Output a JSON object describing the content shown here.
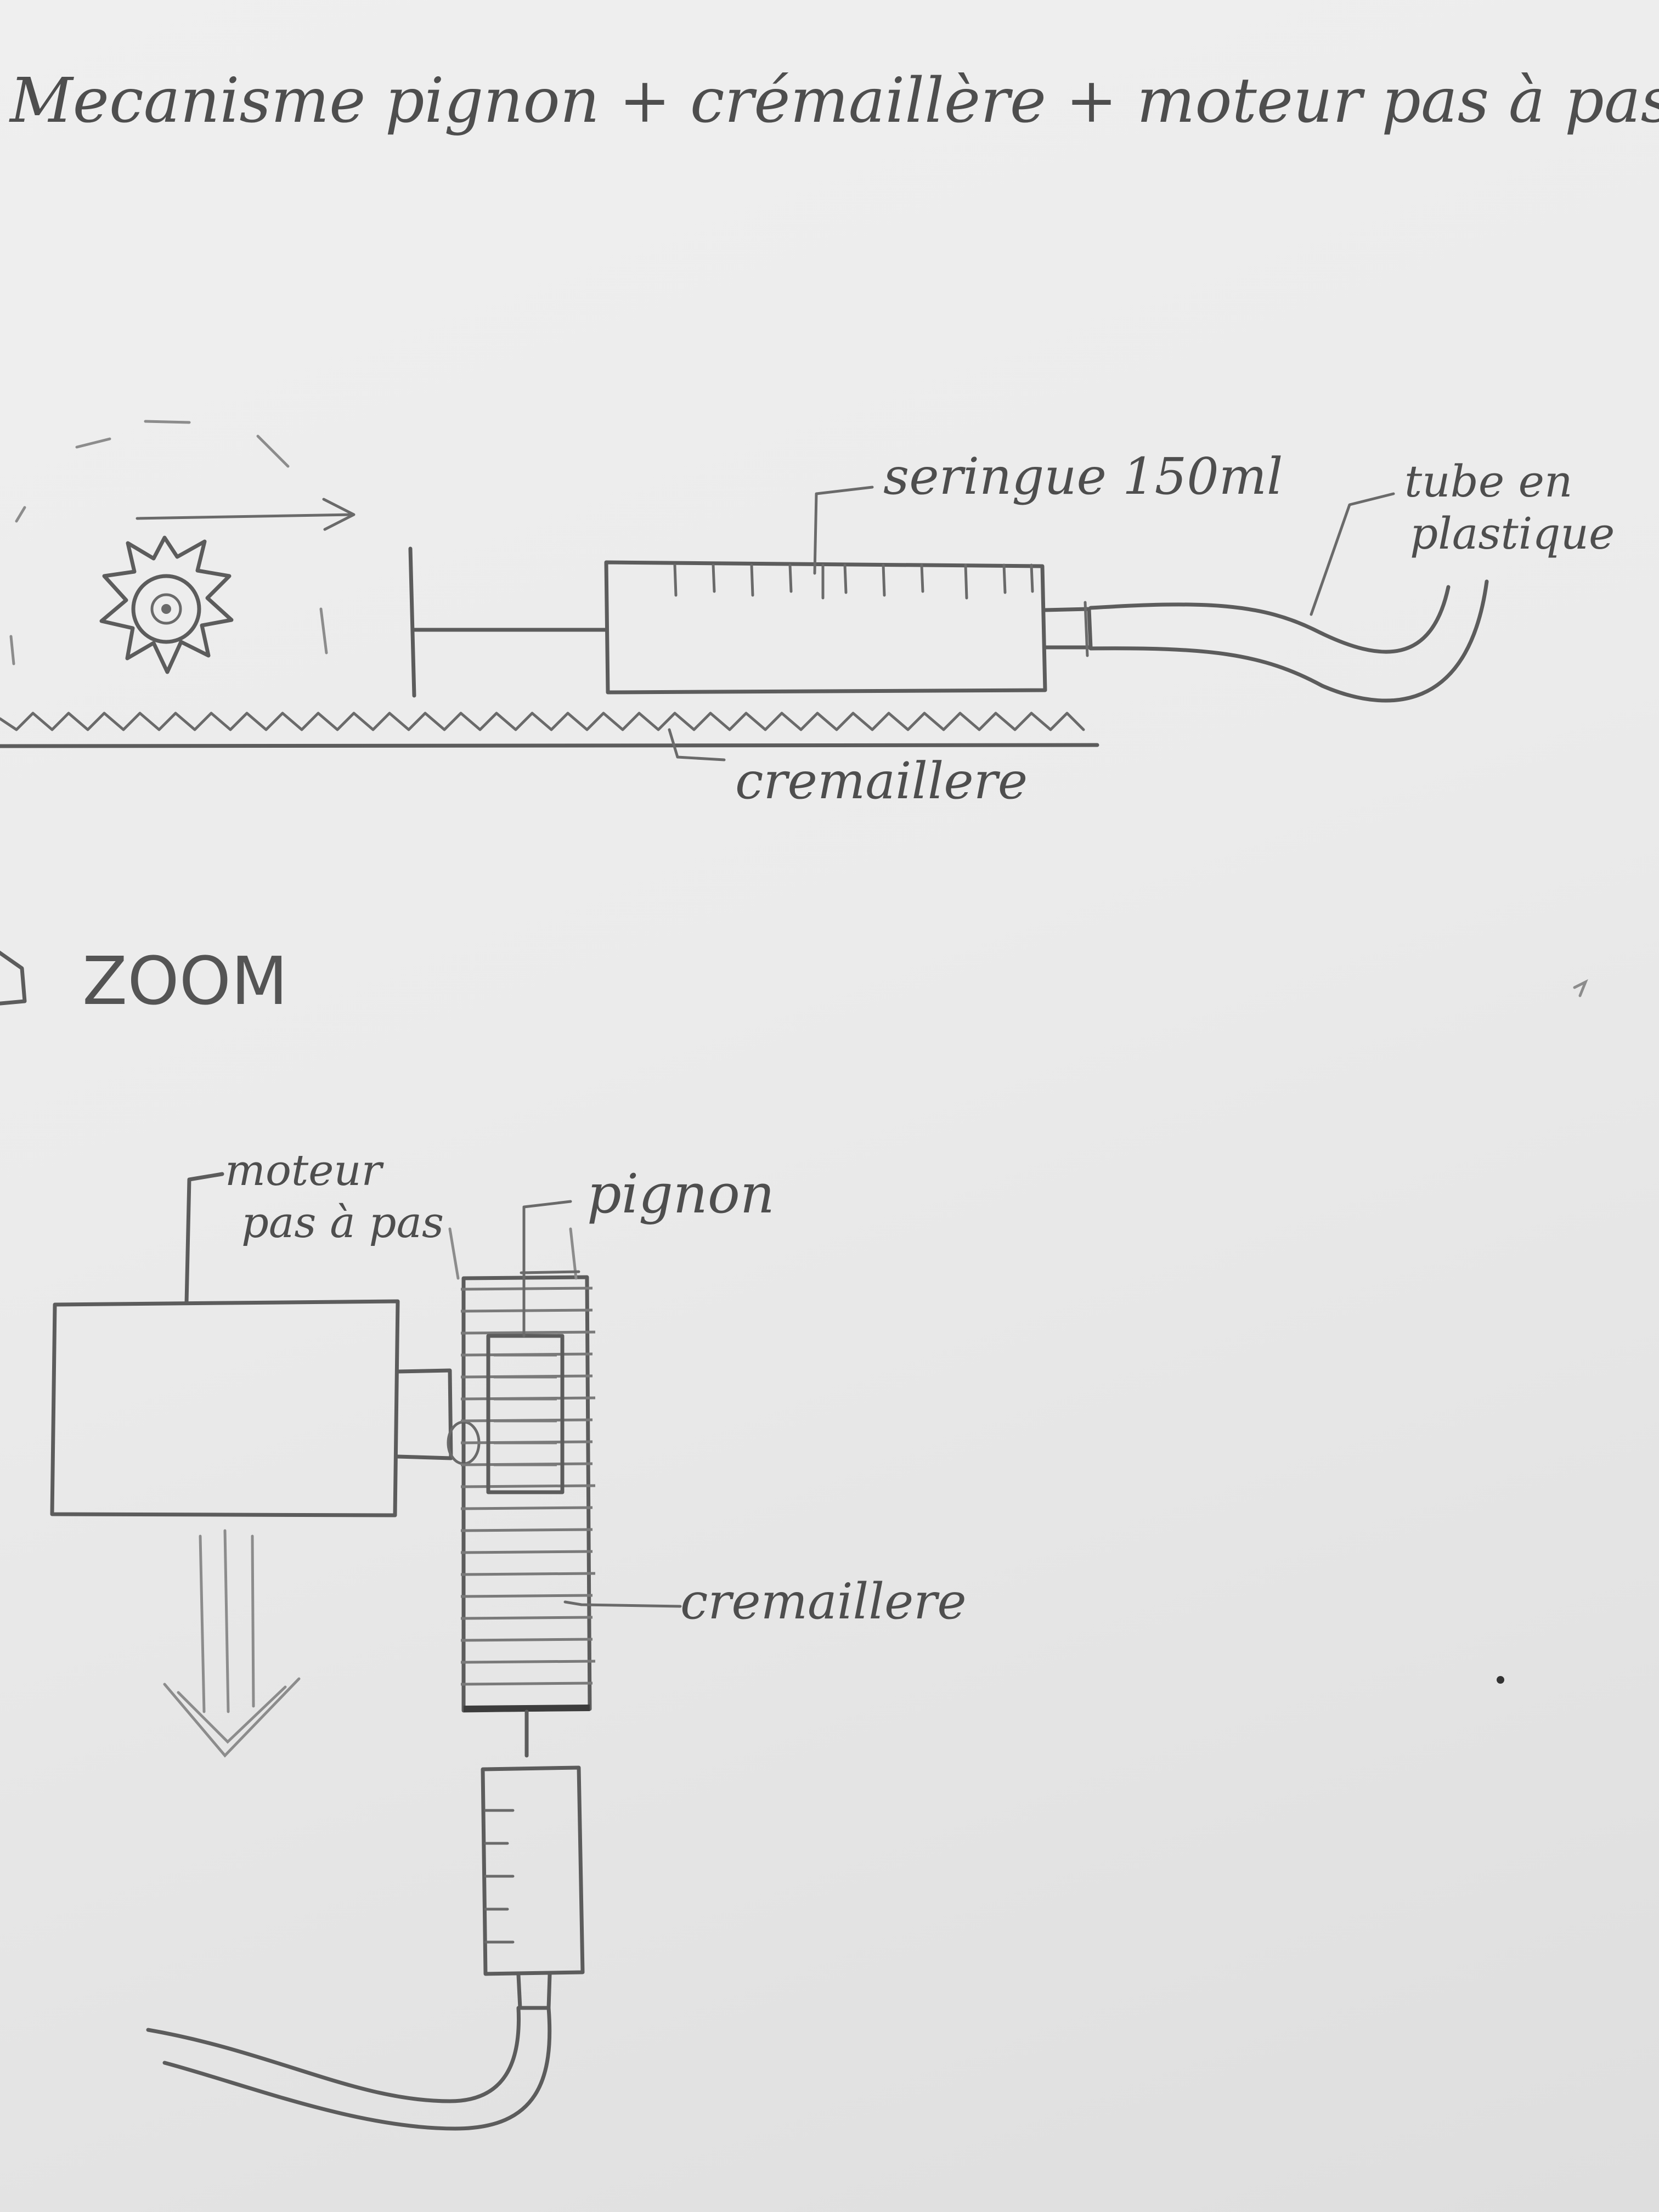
{
  "title": "Mecanisme pignon + crémaillère + moteur pas à pas",
  "overview": {
    "labels": {
      "syringe": "seringue 150ml",
      "tube": [
        "tube en",
        "plastique"
      ],
      "rack": "cremaillere"
    }
  },
  "zoom": {
    "heading": "ZOOM",
    "labels": {
      "motor": [
        "moteur",
        "pas à pas"
      ],
      "pinion": "pignon",
      "rack": "cremaillere"
    }
  },
  "colors": {
    "paper": "#ebebeb",
    "pencil": "#5c5c5c"
  }
}
